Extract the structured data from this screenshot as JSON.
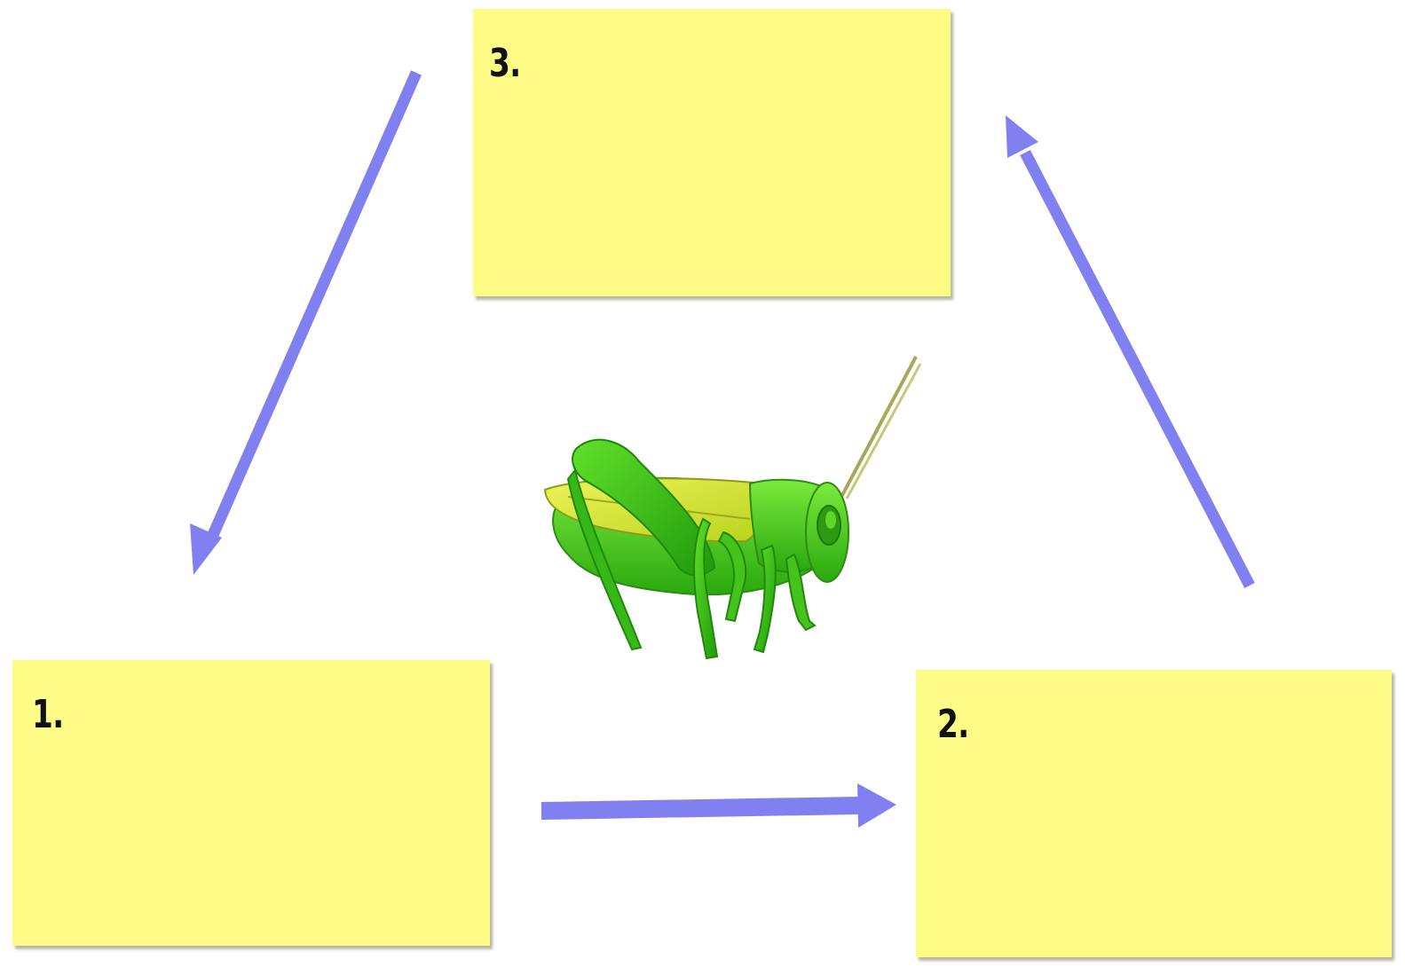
{
  "colors": {
    "box_fill": "#fefb86",
    "arrow": "#8080f0",
    "grasshopper_body": "#4fd12a",
    "grasshopper_wing": "#d9e83a"
  },
  "boxes": [
    {
      "label": "1."
    },
    {
      "label": "2."
    },
    {
      "label": "3."
    }
  ],
  "illustration": {
    "icon": "grasshopper-icon"
  }
}
